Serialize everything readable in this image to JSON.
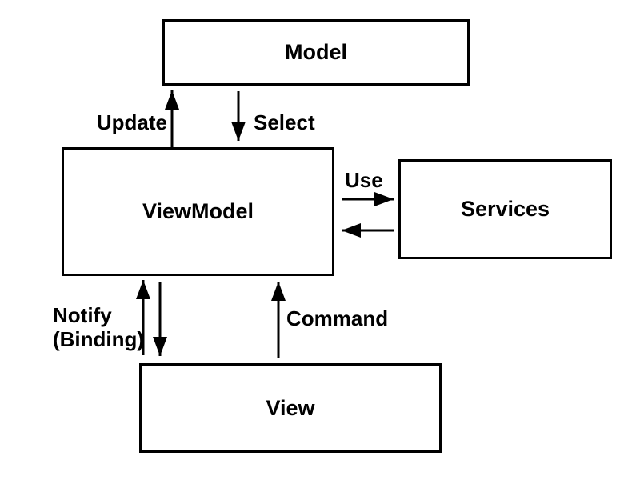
{
  "diagram": {
    "type": "architecture-flow",
    "pattern": "MVVM",
    "colors": {
      "background": "#ffffff",
      "box_fill": "#ffffff",
      "line": "#000000",
      "text": "#000000"
    },
    "nodes": {
      "model": {
        "label": "Model"
      },
      "viewmodel": {
        "label": "ViewModel"
      },
      "services": {
        "label": "Services"
      },
      "view": {
        "label": "View"
      }
    },
    "edges": {
      "update": {
        "label": "Update",
        "from": "viewmodel",
        "to": "model"
      },
      "select": {
        "label": "Select",
        "from": "model",
        "to": "viewmodel"
      },
      "use": {
        "label": "Use",
        "from": "viewmodel",
        "to": "services"
      },
      "services_return": {
        "label": "",
        "from": "services",
        "to": "viewmodel"
      },
      "notify": {
        "label_line1": "Notify",
        "label_line2": "(Binding)",
        "from": "viewmodel",
        "to": "view",
        "direction": "bidirectional"
      },
      "command": {
        "label": "Command",
        "from": "view",
        "to": "viewmodel"
      }
    }
  }
}
